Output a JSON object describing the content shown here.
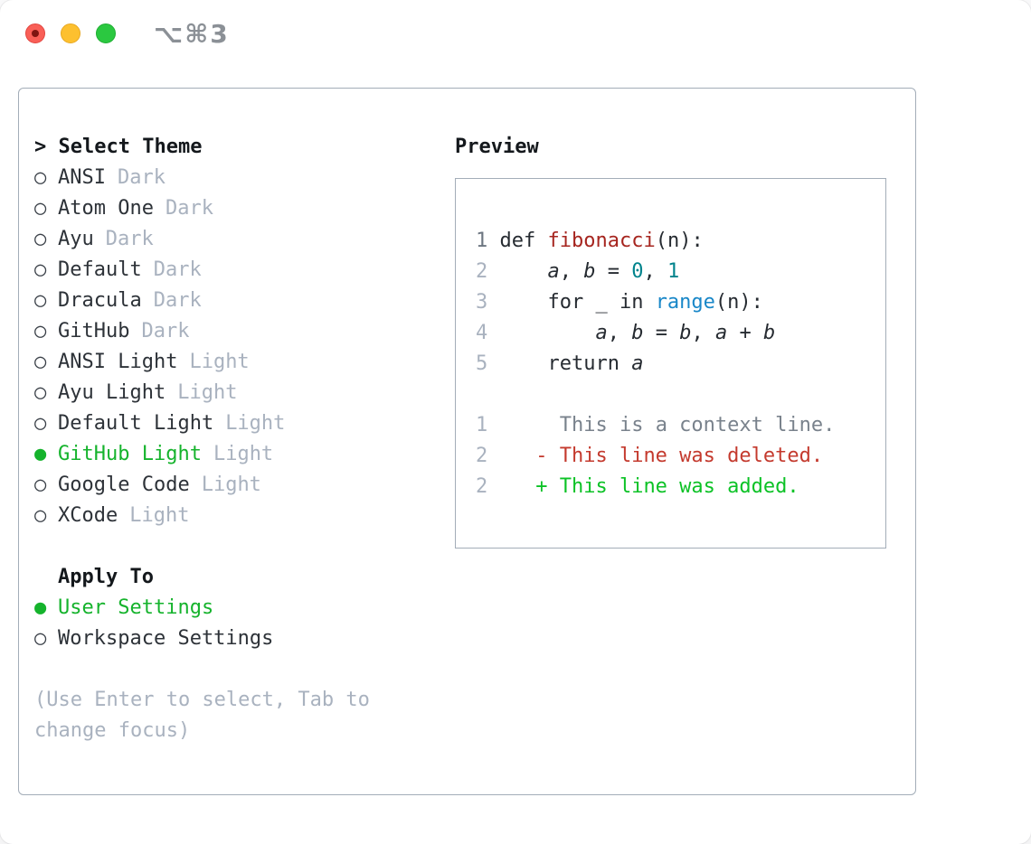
{
  "colors": {
    "accent_green": "#15b32c",
    "added_green": "#0cc226",
    "deleted_red": "#c43a2e",
    "function_red": "#a6251f",
    "number_teal": "#00838c",
    "call_blue": "#1987c8",
    "text_dark": "#262b31",
    "text_muted": "#a9b2bf",
    "context_gray": "#79828c",
    "border_gray": "#a3adb8",
    "traffic_red": "#f95f57",
    "traffic_yellow": "#fdc02f",
    "traffic_green": "#2bc840"
  },
  "titlebar": {
    "shortcut": "⌥⌘3"
  },
  "theme_picker": {
    "header_prefix": "> ",
    "header": "Select Theme",
    "radio_unselected_icon": "○",
    "radio_selected_icon": "●",
    "items": [
      {
        "name": "ANSI",
        "variant": "Dark",
        "selected": false
      },
      {
        "name": "Atom One",
        "variant": "Dark",
        "selected": false
      },
      {
        "name": "Ayu",
        "variant": "Dark",
        "selected": false
      },
      {
        "name": "Default",
        "variant": "Dark",
        "selected": false
      },
      {
        "name": "Dracula",
        "variant": "Dark",
        "selected": false
      },
      {
        "name": "GitHub",
        "variant": "Dark",
        "selected": false
      },
      {
        "name": "ANSI Light",
        "variant": "Light",
        "selected": false
      },
      {
        "name": "Ayu Light",
        "variant": "Light",
        "selected": false
      },
      {
        "name": "Default Light",
        "variant": "Light",
        "selected": false
      },
      {
        "name": "GitHub Light",
        "variant": "Light",
        "selected": true
      },
      {
        "name": "Google Code",
        "variant": "Light",
        "selected": false
      },
      {
        "name": "XCode",
        "variant": "Light",
        "selected": false
      }
    ],
    "apply_to": {
      "header": "Apply To",
      "options": [
        {
          "name": "User Settings",
          "selected": true
        },
        {
          "name": "Workspace Settings",
          "selected": false
        }
      ]
    },
    "hint": "(Use Enter to select, Tab to change focus)"
  },
  "preview": {
    "header": "Preview",
    "lines": [
      {
        "tokens": []
      },
      {
        "tokens": [
          [
            "1",
            "lnA"
          ],
          [
            " ",
            ""
          ],
          [
            "def ",
            ""
          ],
          [
            "fibonacci",
            "fn"
          ],
          [
            "(n):",
            ""
          ]
        ]
      },
      {
        "tokens": [
          [
            "2",
            "ln"
          ],
          [
            "     ",
            ""
          ],
          [
            "a",
            "var"
          ],
          [
            ", ",
            ""
          ],
          [
            "b",
            "var"
          ],
          [
            " = ",
            ""
          ],
          [
            "0",
            "num"
          ],
          [
            ", ",
            ""
          ],
          [
            "1",
            "num"
          ]
        ]
      },
      {
        "tokens": [
          [
            "3",
            "ln"
          ],
          [
            "     for _ in ",
            ""
          ],
          [
            "range",
            "call"
          ],
          [
            "(n):",
            ""
          ]
        ]
      },
      {
        "tokens": [
          [
            "4",
            "ln"
          ],
          [
            "         ",
            ""
          ],
          [
            "a",
            "var"
          ],
          [
            ", ",
            ""
          ],
          [
            "b",
            "var"
          ],
          [
            " = ",
            ""
          ],
          [
            "b",
            "var"
          ],
          [
            ", ",
            ""
          ],
          [
            "a",
            "var"
          ],
          [
            " + ",
            ""
          ],
          [
            "b",
            "var"
          ]
        ]
      },
      {
        "tokens": [
          [
            "5",
            "ln"
          ],
          [
            "     return ",
            ""
          ],
          [
            "a",
            "var"
          ]
        ]
      },
      {
        "tokens": []
      },
      {
        "tokens": [
          [
            "1",
            "ln"
          ],
          [
            "      ",
            ""
          ],
          [
            "This is a context line.",
            "ctx"
          ]
        ]
      },
      {
        "tokens": [
          [
            "2",
            "ln"
          ],
          [
            "    ",
            ""
          ],
          [
            "- This line was deleted.",
            "del"
          ]
        ]
      },
      {
        "tokens": [
          [
            "2",
            "ln"
          ],
          [
            "    ",
            ""
          ],
          [
            "+ This line was added.",
            "add"
          ]
        ]
      },
      {
        "tokens": []
      }
    ]
  }
}
